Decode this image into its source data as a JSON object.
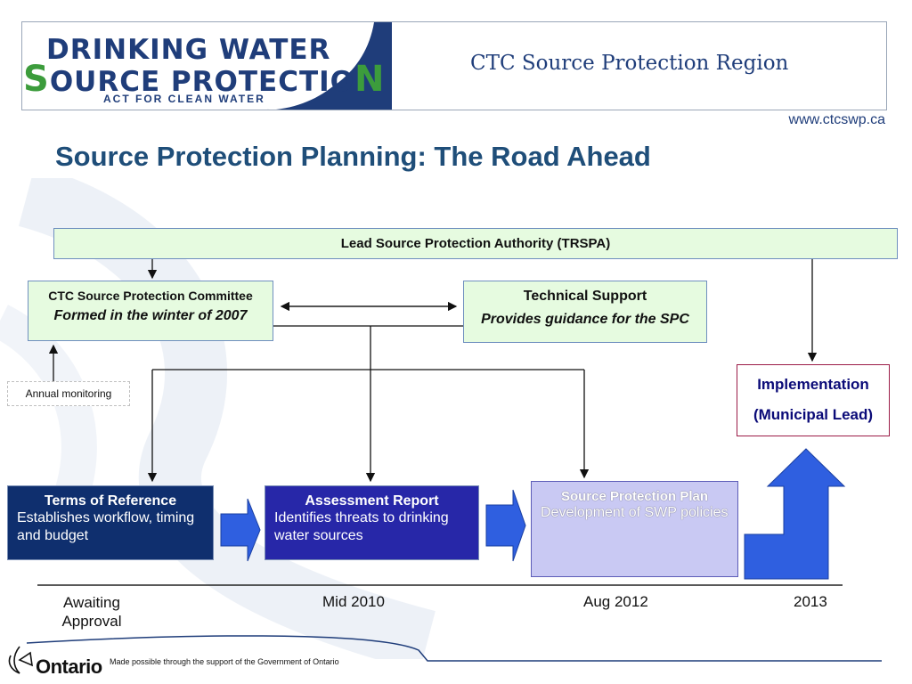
{
  "header": {
    "logo_line1": "DRINKING WATER",
    "logo_line2_first": "S",
    "logo_line2_mid": "OURCE PROTECTIO",
    "logo_line2_last": "N",
    "logo_tagline": "ACT FOR CLEAN WATER",
    "region_title": "CTC Source Protection Region",
    "website": "www.ctcswp.ca"
  },
  "page_title": "Source Protection Planning: The Road Ahead",
  "diagram": {
    "lead_authority": "Lead Source Protection Authority (TRSPA)",
    "committee": {
      "title": "CTC Source Protection Committee",
      "subtitle": "Formed in the winter of 2007"
    },
    "technical_support": {
      "title": "Technical Support",
      "subtitle": "Provides guidance for the SPC"
    },
    "annual_monitoring": "Annual monitoring",
    "implementation": {
      "title": "Implementation",
      "subtitle": "(Municipal Lead)"
    },
    "terms_of_reference": {
      "title": "Terms of Reference",
      "body": "Establishes  workflow, timing and budget"
    },
    "assessment_report": {
      "title": "Assessment Report",
      "body": "Identifies threats to drinking water sources"
    },
    "source_protection_plan": {
      "title": "Source Protection Plan",
      "body": "Development of  SWP policies"
    }
  },
  "timeline": {
    "awaiting": "Awaiting Approval",
    "mid_2010": "Mid 2010",
    "aug_2012": "Aug 2012",
    "year_2013": "2013"
  },
  "footer": {
    "brand": "Ontario",
    "note": "Made possible through the support of the Government of Ontario"
  },
  "colors": {
    "title_blue": "#1f4e79",
    "lead_green": "#e6fbe0",
    "terms_navy": "#0f2f6e",
    "assessment_blue": "#2727a8",
    "plan_lavender": "#c9c9f3",
    "arrow_blue": "#2f5fe0"
  }
}
